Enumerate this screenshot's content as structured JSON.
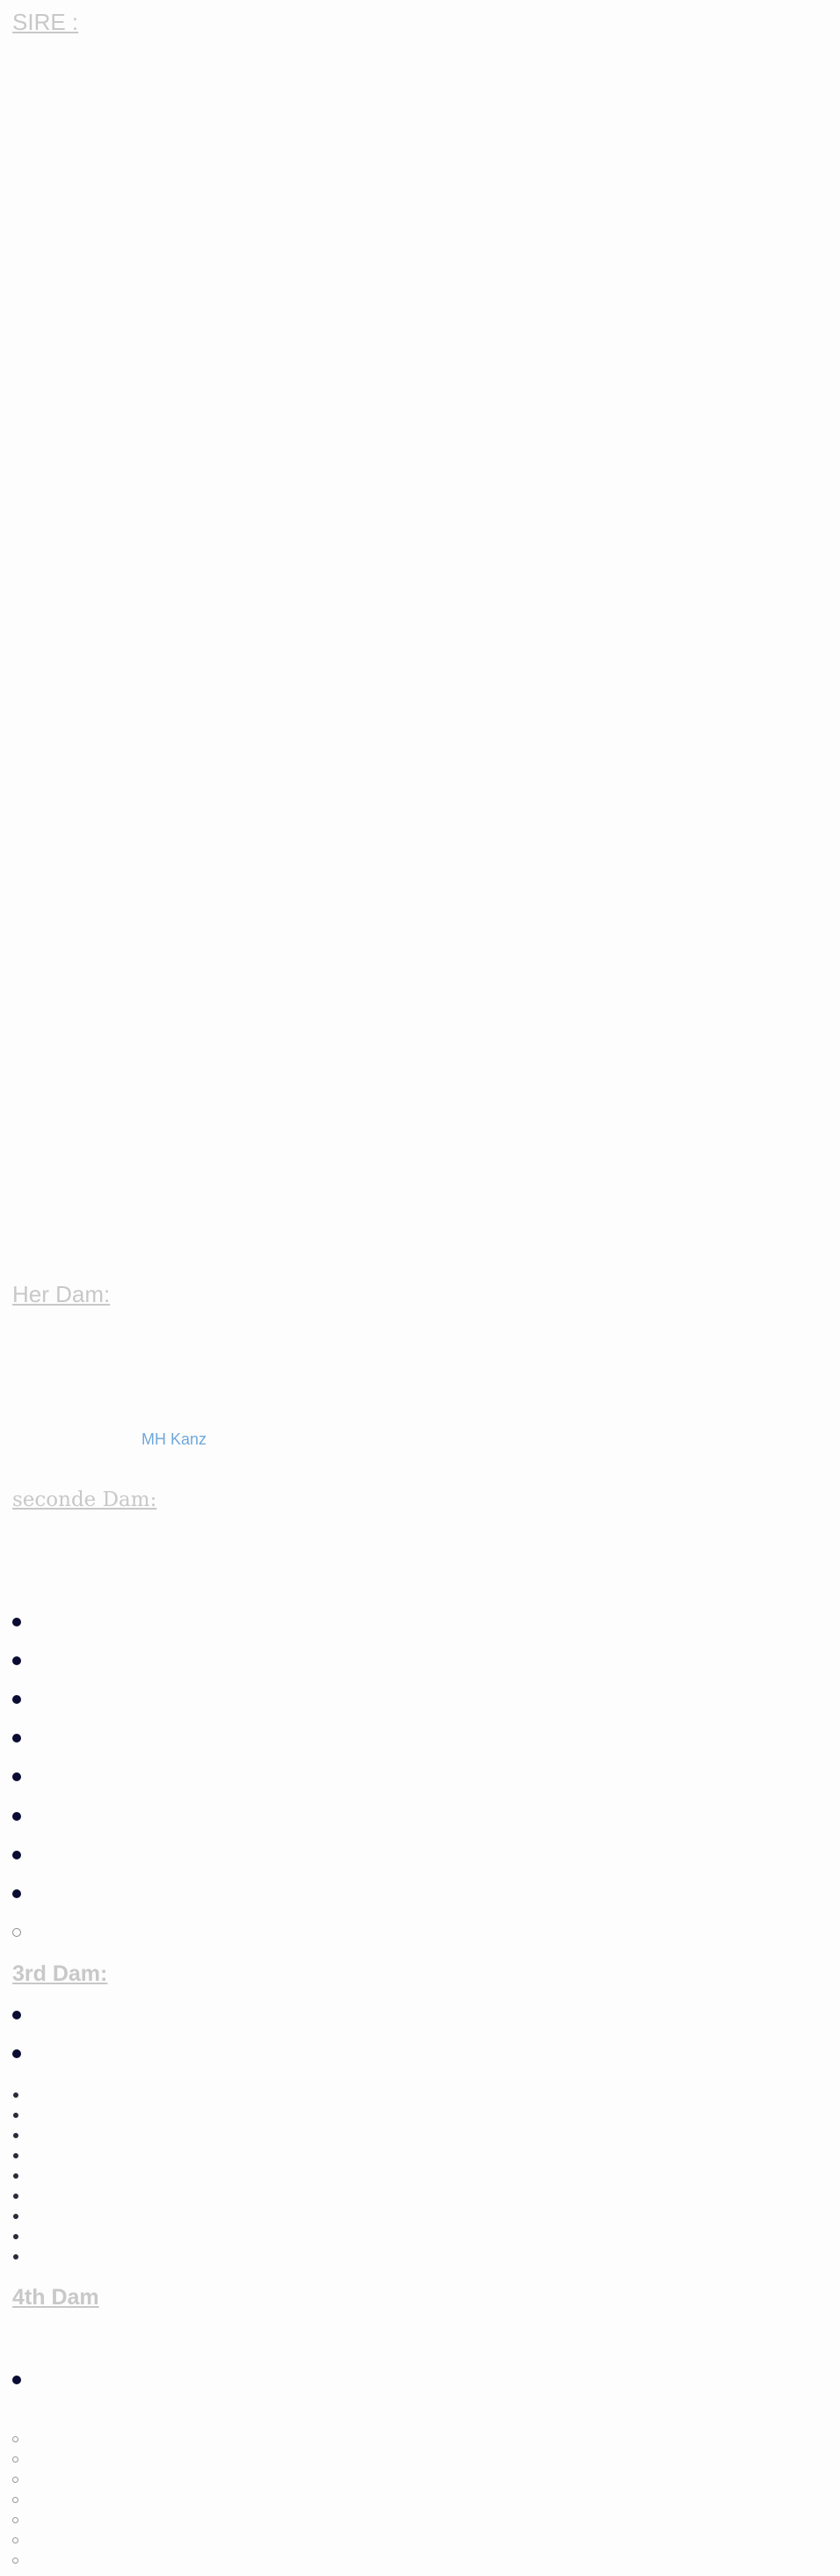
{
  "sections": {
    "sire": {
      "heading": "SIRE :"
    },
    "her_dam": {
      "heading": "Her Dam:",
      "link_text": "MH Kanz"
    },
    "second_dam": {
      "heading": "seconde Dam: "
    },
    "third_dam": {
      "heading": "3rd Dam:"
    },
    "fourth_dam": {
      "heading": "4th Dam"
    }
  },
  "colors": {
    "heading": "#c8c8c8",
    "link": "#6fa8dc",
    "bullet": "#0b0c33",
    "background": "#fdfdfd"
  }
}
